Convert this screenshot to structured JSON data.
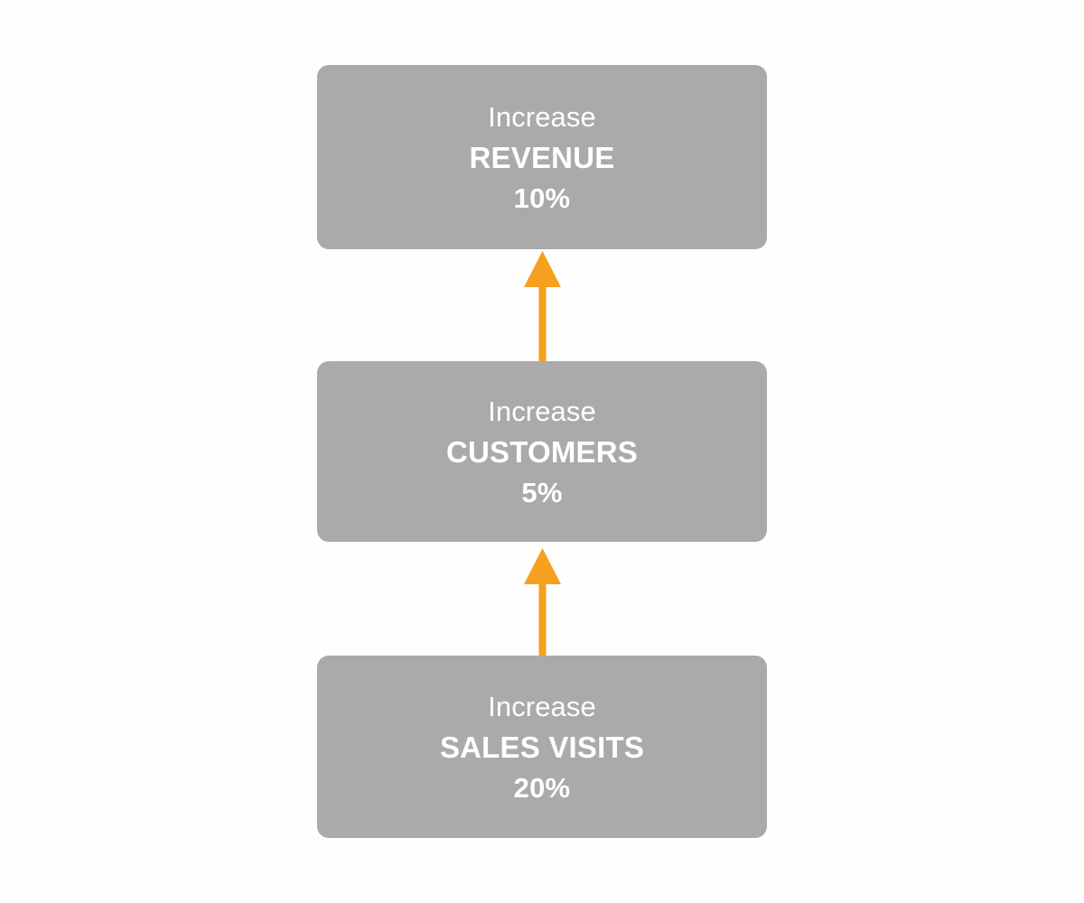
{
  "diagram": {
    "title": "",
    "type": "strategy-map-vertical-chain",
    "background_color": "#fefefe",
    "node_color": "#aaaaaa",
    "node_text_color": "#ffffff",
    "arrow_color": "#f5a01e",
    "nodes": [
      {
        "id": "revenue",
        "prefix": "Increase",
        "subject": "REVENUE",
        "value": "10%"
      },
      {
        "id": "customers",
        "prefix": "Increase",
        "subject": "CUSTOMERS",
        "value": "5%"
      },
      {
        "id": "sales-visits",
        "prefix": "Increase",
        "subject": "SALES VISITS",
        "value": "20%"
      }
    ],
    "connectors": [
      {
        "id": "customers-to-revenue",
        "from": "customers",
        "to": "revenue",
        "direction": "up",
        "icon": "up-arrow-icon"
      },
      {
        "id": "sales-visits-to-customers",
        "from": "sales-visits",
        "to": "customers",
        "direction": "up",
        "icon": "up-arrow-icon"
      }
    ]
  }
}
